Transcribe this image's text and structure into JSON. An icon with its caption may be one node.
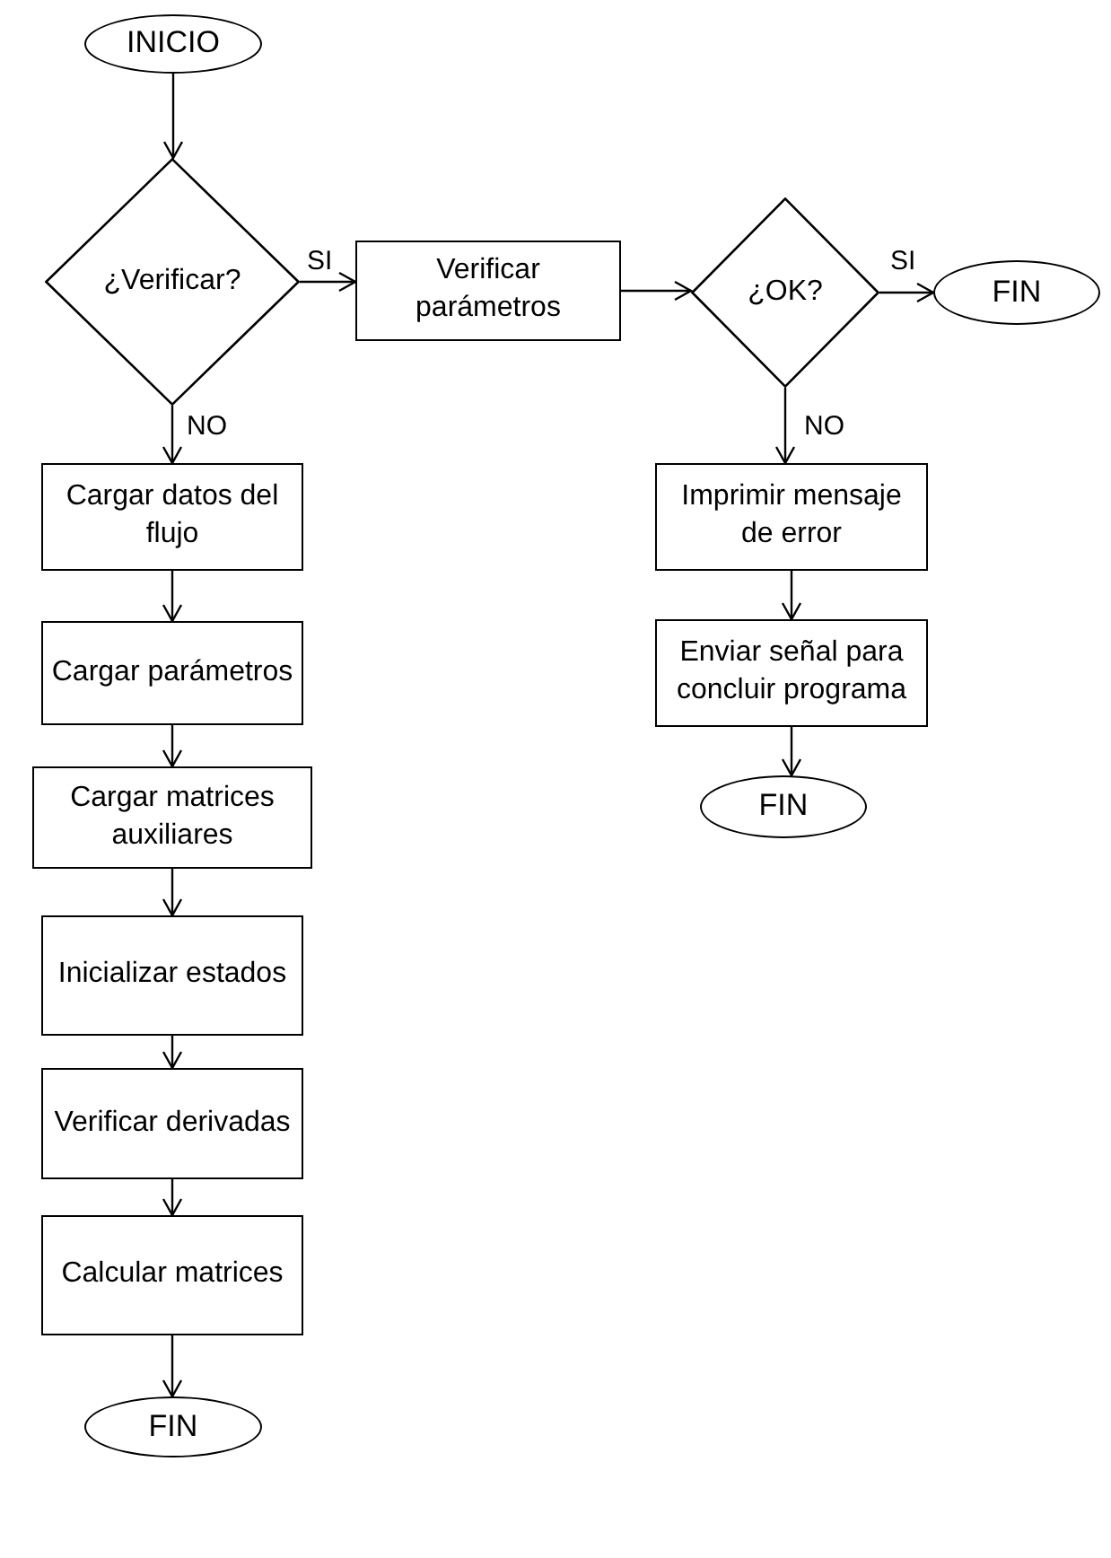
{
  "diagram": {
    "nodes": [
      {
        "text": [
          "INICIO"
        ]
      },
      {
        "text": [
          "¿Verificar?"
        ]
      },
      {
        "text": [
          "Verificar parámetros"
        ]
      },
      {
        "text": [
          "¿OK?"
        ]
      },
      {
        "text": [
          "FIN"
        ]
      },
      {
        "text": [
          "Cargar datos del flujo"
        ]
      },
      {
        "text": [
          "Cargar parámetros"
        ]
      },
      {
        "text": [
          "Imprimir mensaje de error"
        ]
      },
      {
        "text": [
          "Cargar matrices auxiliares"
        ]
      },
      {
        "text": [
          "Enviar señal para concluir programa"
        ]
      },
      {
        "text": [
          "FIN"
        ]
      },
      {
        "text": [
          "Inicializar estados"
        ]
      },
      {
        "text": [
          "Verificar derivadas"
        ]
      },
      {
        "text": [
          "Calcular matrices"
        ]
      },
      {
        "text": [
          "FIN"
        ]
      }
    ],
    "edges": [
      {
        "from": 0,
        "to": 1,
        "arrow": "to"
      },
      {
        "from": 1,
        "to": 2,
        "arrow": "to",
        "label": "SI"
      },
      {
        "from": 2,
        "to": 3,
        "arrow": "to"
      },
      {
        "from": 3,
        "to": 4,
        "arrow": "to",
        "label": "SI"
      },
      {
        "from": 1,
        "to": 5,
        "arrow": "to",
        "label": "NO"
      },
      {
        "from": 5,
        "to": 6,
        "arrow": "to"
      },
      {
        "from": 6,
        "to": 8,
        "arrow": "to"
      },
      {
        "from": 8,
        "to": 11,
        "arrow": "to"
      },
      {
        "from": 11,
        "to": 12,
        "arrow": "to"
      },
      {
        "from": 12,
        "to": 13,
        "arrow": "to"
      },
      {
        "from": 13,
        "to": 14,
        "arrow": "to"
      },
      {
        "from": 3,
        "to": 7,
        "arrow": "to",
        "label": "NO"
      },
      {
        "from": 7,
        "to": 9,
        "arrow": "to"
      },
      {
        "from": 9,
        "to": 10,
        "arrow": "to"
      }
    ]
  }
}
